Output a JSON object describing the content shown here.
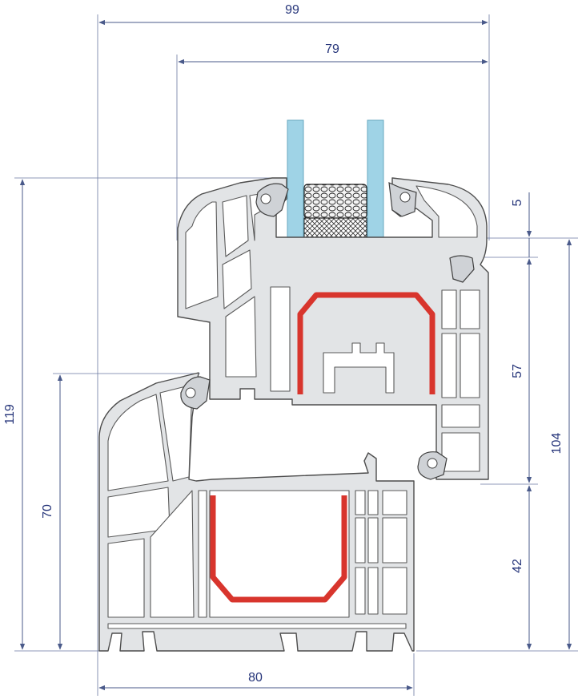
{
  "dimensions": {
    "overall_width": "99",
    "sash_width": "79",
    "frame_width": "80",
    "overall_height": "119",
    "frame_height": "70",
    "sash_offset": "5",
    "sash_depth": "57",
    "sash_total": "104",
    "frame_bottom": "42"
  },
  "colors": {
    "dimension": "#26357a",
    "steel_reinforcement": "#d8352d",
    "glass": "#9fd3e6",
    "pvc": "#e2e4e6",
    "outline": "#4d4d4d"
  }
}
